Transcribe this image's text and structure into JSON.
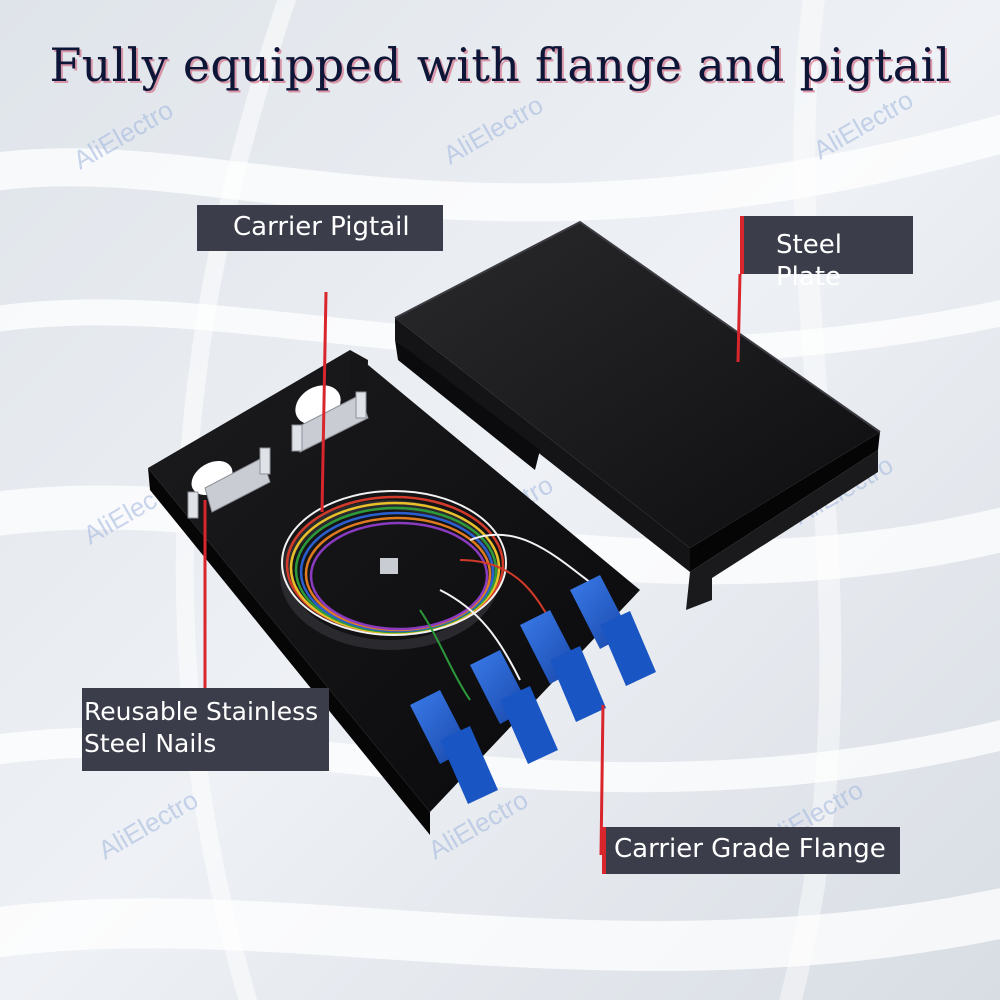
{
  "headline": "Fully equipped with flange and pigtail",
  "watermark": "AliElectro",
  "callouts": {
    "carrier_pigtail": "Carrier Pigtail",
    "steel_plate": "Steel Plate",
    "reusable_nails": "Reusable Stainless Steel Nails",
    "carrier_flange": "Carrier Grade Flange"
  },
  "colors": {
    "accent_red": "#d8262c",
    "label_bg": "#3b3e4a",
    "headline": "#0e1638",
    "connector_blue": "#1f5fd0"
  }
}
